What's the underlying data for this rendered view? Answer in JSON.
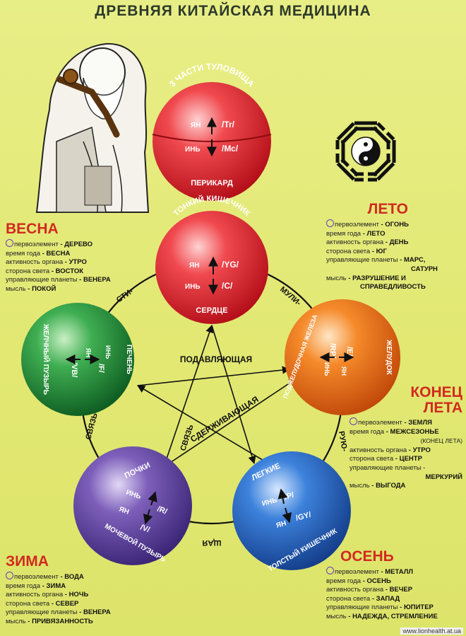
{
  "title": "ДРЕВНЯЯ КИТАЙСКАЯ МЕДИЦИНА",
  "colors": {
    "red": "#e8232b",
    "green": "#1f8f3a",
    "orange": "#f07a1e",
    "blue": "#2b6fc9",
    "purple": "#6a4aa8",
    "accent": "#d12a1f"
  },
  "spheres": {
    "top": {
      "arc": "3 ЧАСТИ ТУЛОВИЩА",
      "yang": "ЯН",
      "yang_code": "/Tr/",
      "yin": "ИНЬ",
      "yin_code": "/Мс/",
      "bottom": "ПЕРИКАРД"
    },
    "fire": {
      "arc": "ТОНКИЙ КИШЕЧНИК",
      "yang": "ЯН",
      "yang_code": "/YG/",
      "yin": "ИНЬ",
      "yin_code": "/C/",
      "bottom": "СЕРДЦЕ"
    },
    "wood": {
      "outer": "ЖЕЛЧНЫЙ ПУЗЫРЬ",
      "inner": "ПЕЧЕНЬ",
      "yang": "ЯН",
      "yang_code": "/VB/",
      "yin": "ИНЬ",
      "yin_code": "/F/"
    },
    "earth": {
      "outer": "ЖЕЛУДОК",
      "inner": "ПОДЖЕЛУДОЧНАЯ ЖЕЛЕЗА",
      "yang": "ЯН",
      "yang_code": "/E/",
      "yin": "ИНЬ",
      "yin_code": "/RP/"
    },
    "water": {
      "top": "ПОЧКИ",
      "bottom": "МОЧЕВОЙ ПУЗЫРЬ",
      "yang": "ЯН",
      "yang_code": "/V/",
      "yin": "ИНЬ",
      "yin_code": "/R/"
    },
    "metal": {
      "top": "ЛЕГКИЕ",
      "bottom": "ТОЛСТЫЙ КИШЕЧНИК",
      "yang": "ЯН",
      "yang_code": "/GY/",
      "yin": "ИНЬ",
      "yin_code": "/P/"
    }
  },
  "ring": {
    "sti": "СТИ-",
    "muli": "МУЛИ-",
    "ruyu": "РУЮ-",
    "shaya": "ЩАЯ",
    "svyaz_left": "СВЯЗЬ",
    "svyaz_inner": "СВЯЗЬ"
  },
  "star": {
    "suppress": "ПОДАВЛЯЮЩАЯ",
    "restrain": "СДЕРЖИВАЮЩАЯ"
  },
  "labels": {
    "element": "первоэлемент",
    "season": "время года",
    "activity": "активность органа",
    "direction": "сторона света",
    "planets": "управляющие планеты",
    "thought": "мысль"
  },
  "seasons": {
    "spring": {
      "name": "ВЕСНА",
      "element": "ДЕРЕВО",
      "season": "ВЕСНА",
      "activity": "УТРО",
      "direction": "ВОСТОК",
      "planets": "ВЕНЕРА",
      "thought": "ПОКОЙ"
    },
    "summer": {
      "name": "ЛЕТО",
      "element": "ОГОНЬ",
      "season": "ЛЕТО",
      "activity": "ДЕНЬ",
      "direction": "ЮГ",
      "planets": "МАРС,",
      "planets2": "САТУРН",
      "thought": "РАЗРУШЕНИЕ И",
      "thought2": "СПРАВЕДЛИВОСТЬ"
    },
    "late": {
      "name1": "КОНЕЦ",
      "name2": "ЛЕТА",
      "element": "ЗЕМЛЯ",
      "season": "МЕЖСЕЗОНЬЕ",
      "season_sub": "(КОНЕЦ ЛЕТА)",
      "activity": "УТРО",
      "direction": "ЦЕНТР",
      "planets_line": "управляющие планеты -",
      "planets": "МЕРКУРИЙ",
      "thought": "ВЫГОДА"
    },
    "winter": {
      "name": "ЗИМА",
      "element": "ВОДА",
      "season": "ЗИМА",
      "activity": "НОЧЬ",
      "direction": "СЕВЕР",
      "planets": "ВЕНЕРА",
      "thought": "ПРИВЯЗАННОСТЬ"
    },
    "autumn": {
      "name": "ОСЕНЬ",
      "element": "МЕТАЛЛ",
      "season": "ОСЕНЬ",
      "activity": "ВЕЧЕР",
      "direction": "ЗАПАД",
      "planets": "ЮПИТЕР",
      "thought": "НАДЕЖДА, СТРЕМЛЕНИЕ"
    }
  },
  "watermark": "www.lionhealth.at.ua"
}
